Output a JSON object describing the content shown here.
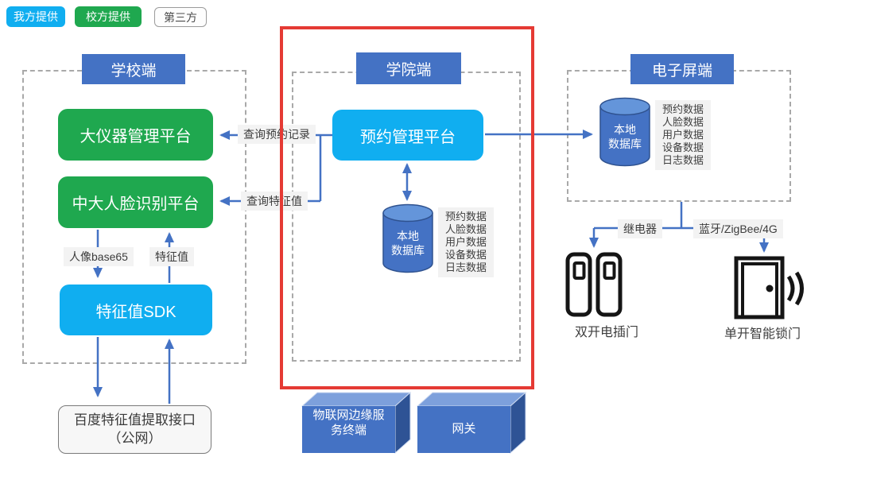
{
  "legend": {
    "ours": "我方提供",
    "school_provided": "校方提供",
    "third_party": "第三方"
  },
  "colors": {
    "ours_blue": "#10aef0",
    "school_green": "#1fa84f",
    "header_blue": "#4472c4",
    "highlight_red": "#e53a34",
    "connector_blue": "#4472c4"
  },
  "school_section": {
    "title": "学校端",
    "instrument_platform": "大仪器管理平台",
    "face_platform": "中大人脸识别平台",
    "sdk": "特征值SDK",
    "baidu_api_line1": "百度特征值提取接口",
    "baidu_api_line2": "（公网）",
    "label_portrait": "人像base65",
    "label_feature": "特征值"
  },
  "college_section": {
    "title": "学院端",
    "booking_platform": "预约管理平台",
    "db_name_line1": "本地",
    "db_name_line2": "数据库",
    "db_items": [
      "预约数据",
      "人脸数据",
      "用户数据",
      "设备数据",
      "日志数据"
    ],
    "label_query_booking": "查询预约记录",
    "label_query_feature": "查询特征值"
  },
  "screen_section": {
    "title": "电子屏端",
    "db_name_line1": "本地",
    "db_name_line2": "数据库",
    "db_items": [
      "预约数据",
      "人脸数据",
      "用户数据",
      "设备数据",
      "日志数据"
    ],
    "label_relay": "继电器",
    "label_wireless": "蓝牙/ZigBee/4G",
    "door_double_label": "双开电插门",
    "door_single_label": "单开智能锁门"
  },
  "devices": {
    "iot_edge_line1": "物联网边缘服",
    "iot_edge_line2": "务终端",
    "gateway": "网关"
  }
}
